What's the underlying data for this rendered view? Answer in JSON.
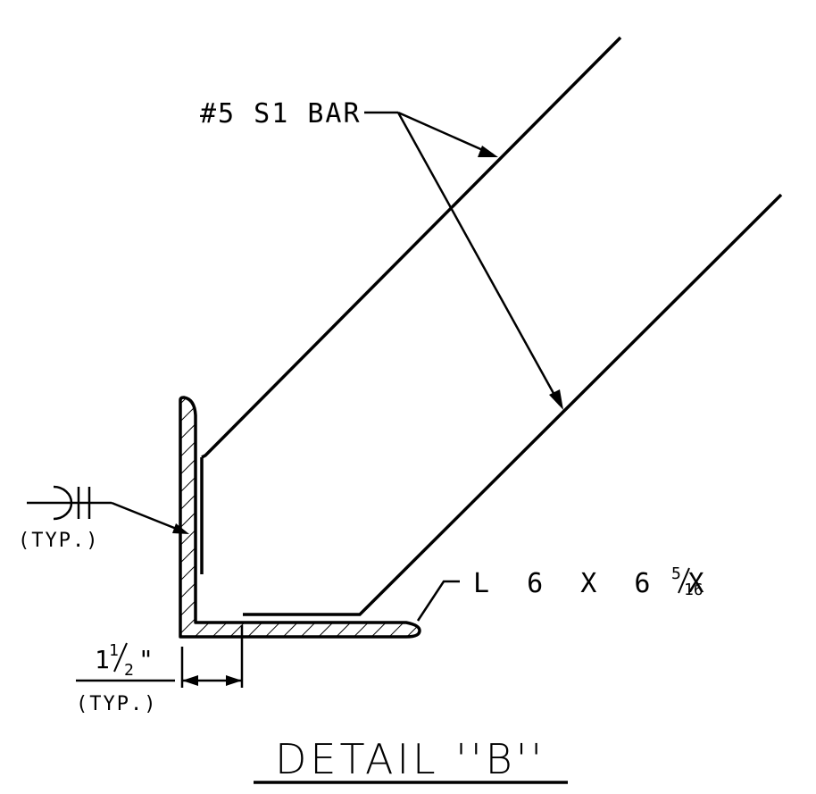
{
  "detail": {
    "title": "DETAIL ''B''"
  },
  "labels": {
    "bar": "#5 S1 BAR",
    "angle_prefix": "L 6 X 6 X",
    "angle_frac_num": "5",
    "angle_frac_den": "16",
    "weld_note": "(TYP.)",
    "spacing_whole": "1",
    "spacing_num": "1",
    "spacing_den": "2",
    "spacing_unit": "\"",
    "spacing_note": "(TYP.)"
  }
}
